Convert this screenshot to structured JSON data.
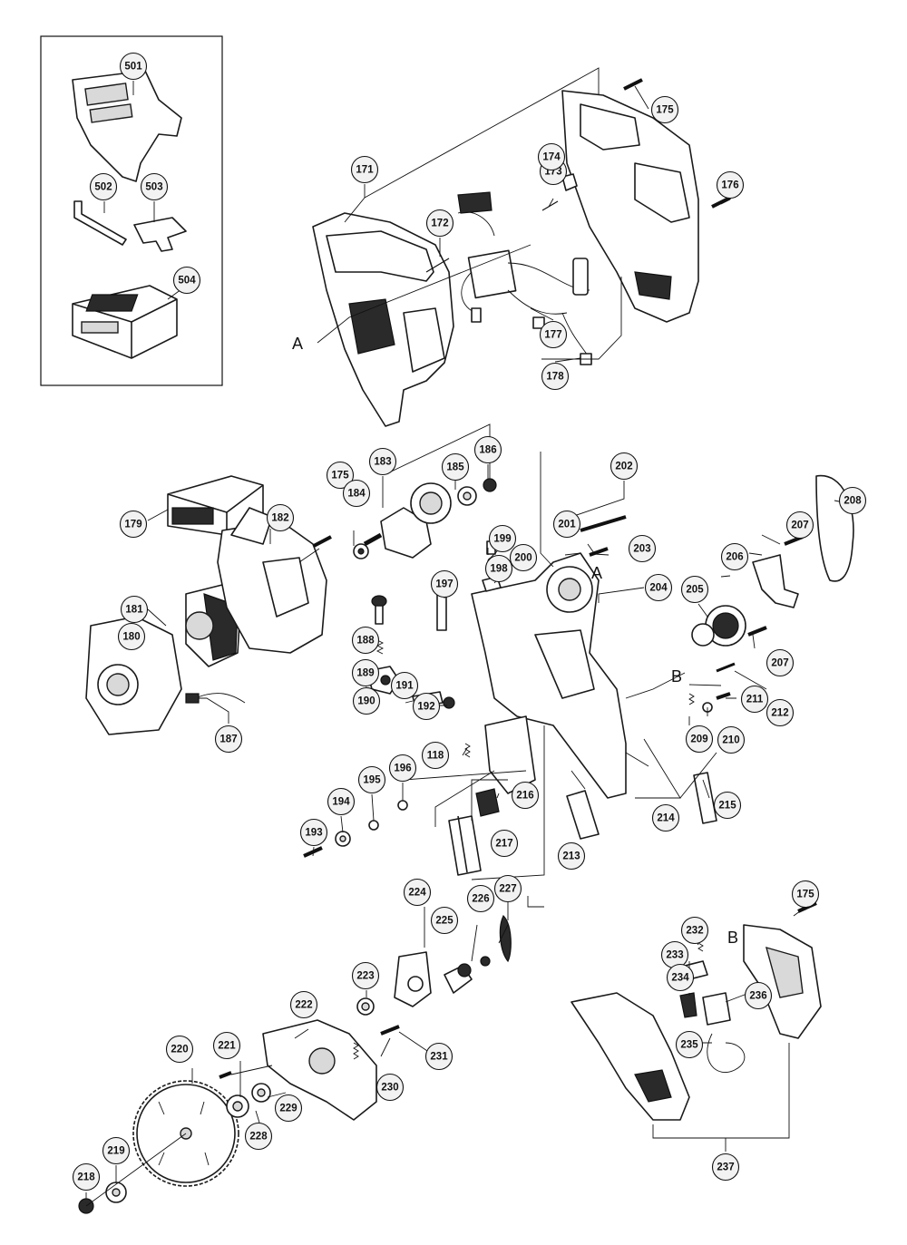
{
  "diagram": {
    "reference_letters": [
      "A",
      "A",
      "B",
      "B"
    ],
    "callouts": [
      "501",
      "502",
      "503",
      "504",
      "171",
      "172",
      "173",
      "174",
      "175",
      "176",
      "177",
      "178",
      "179",
      "180",
      "181",
      "182",
      "175",
      "183",
      "184",
      "185",
      "186",
      "187",
      "188",
      "189",
      "190",
      "191",
      "192",
      "118",
      "193",
      "194",
      "195",
      "196",
      "197",
      "198",
      "199",
      "200",
      "201",
      "202",
      "203",
      "204",
      "205",
      "206",
      "207",
      "207",
      "208",
      "209",
      "210",
      "211",
      "212",
      "213",
      "214",
      "215",
      "216",
      "217",
      "218",
      "219",
      "220",
      "221",
      "222",
      "223",
      "224",
      "225",
      "226",
      "227",
      "228",
      "229",
      "230",
      "231",
      "175",
      "232",
      "233",
      "234",
      "235",
      "236",
      "237"
    ]
  }
}
